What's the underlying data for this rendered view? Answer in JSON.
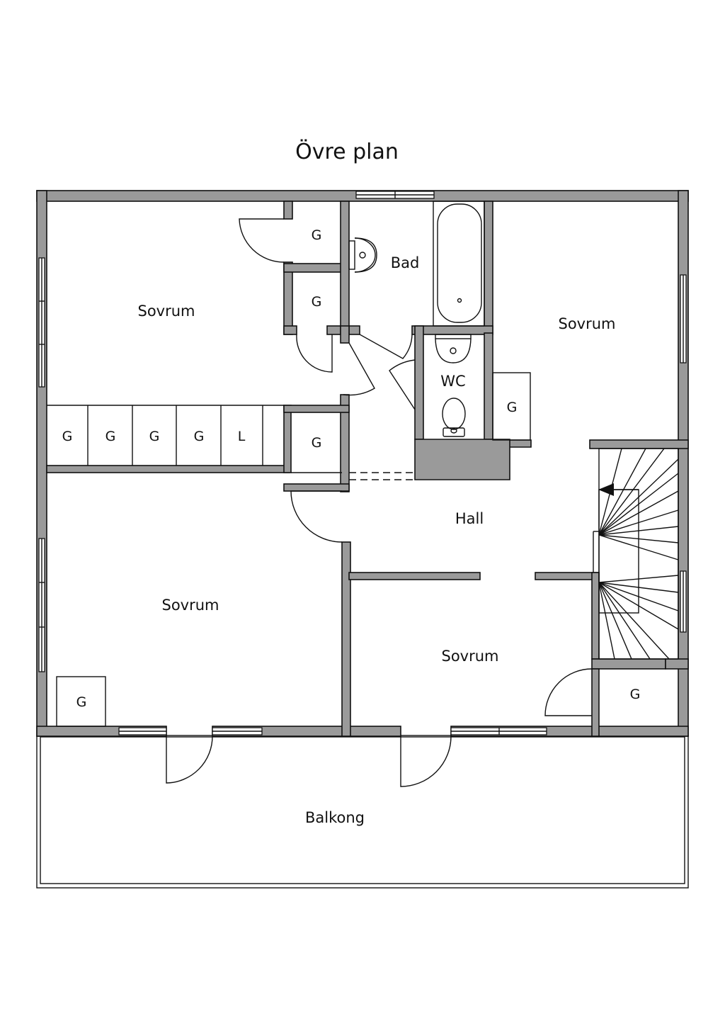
{
  "title": "Övre plan",
  "rooms": {
    "sovrum_nw": "Sovrum",
    "sovrum_ne": "Sovrum",
    "sovrum_sw": "Sovrum",
    "sovrum_s": "Sovrum",
    "bad": "Bad",
    "wc": "WC",
    "hall": "Hall",
    "balkong": "Balkong"
  },
  "closets": {
    "g_top_1": "G",
    "g_top_2": "G",
    "g_row_1": "G",
    "g_row_2": "G",
    "g_row_3": "G",
    "g_row_4": "G",
    "l_row": "L",
    "g_mid": "G",
    "g_hall": "G",
    "g_sw": "G",
    "g_se": "G"
  },
  "colors": {
    "wall_fill": "#9a9a9a",
    "line": "#111111",
    "background": "#ffffff"
  }
}
